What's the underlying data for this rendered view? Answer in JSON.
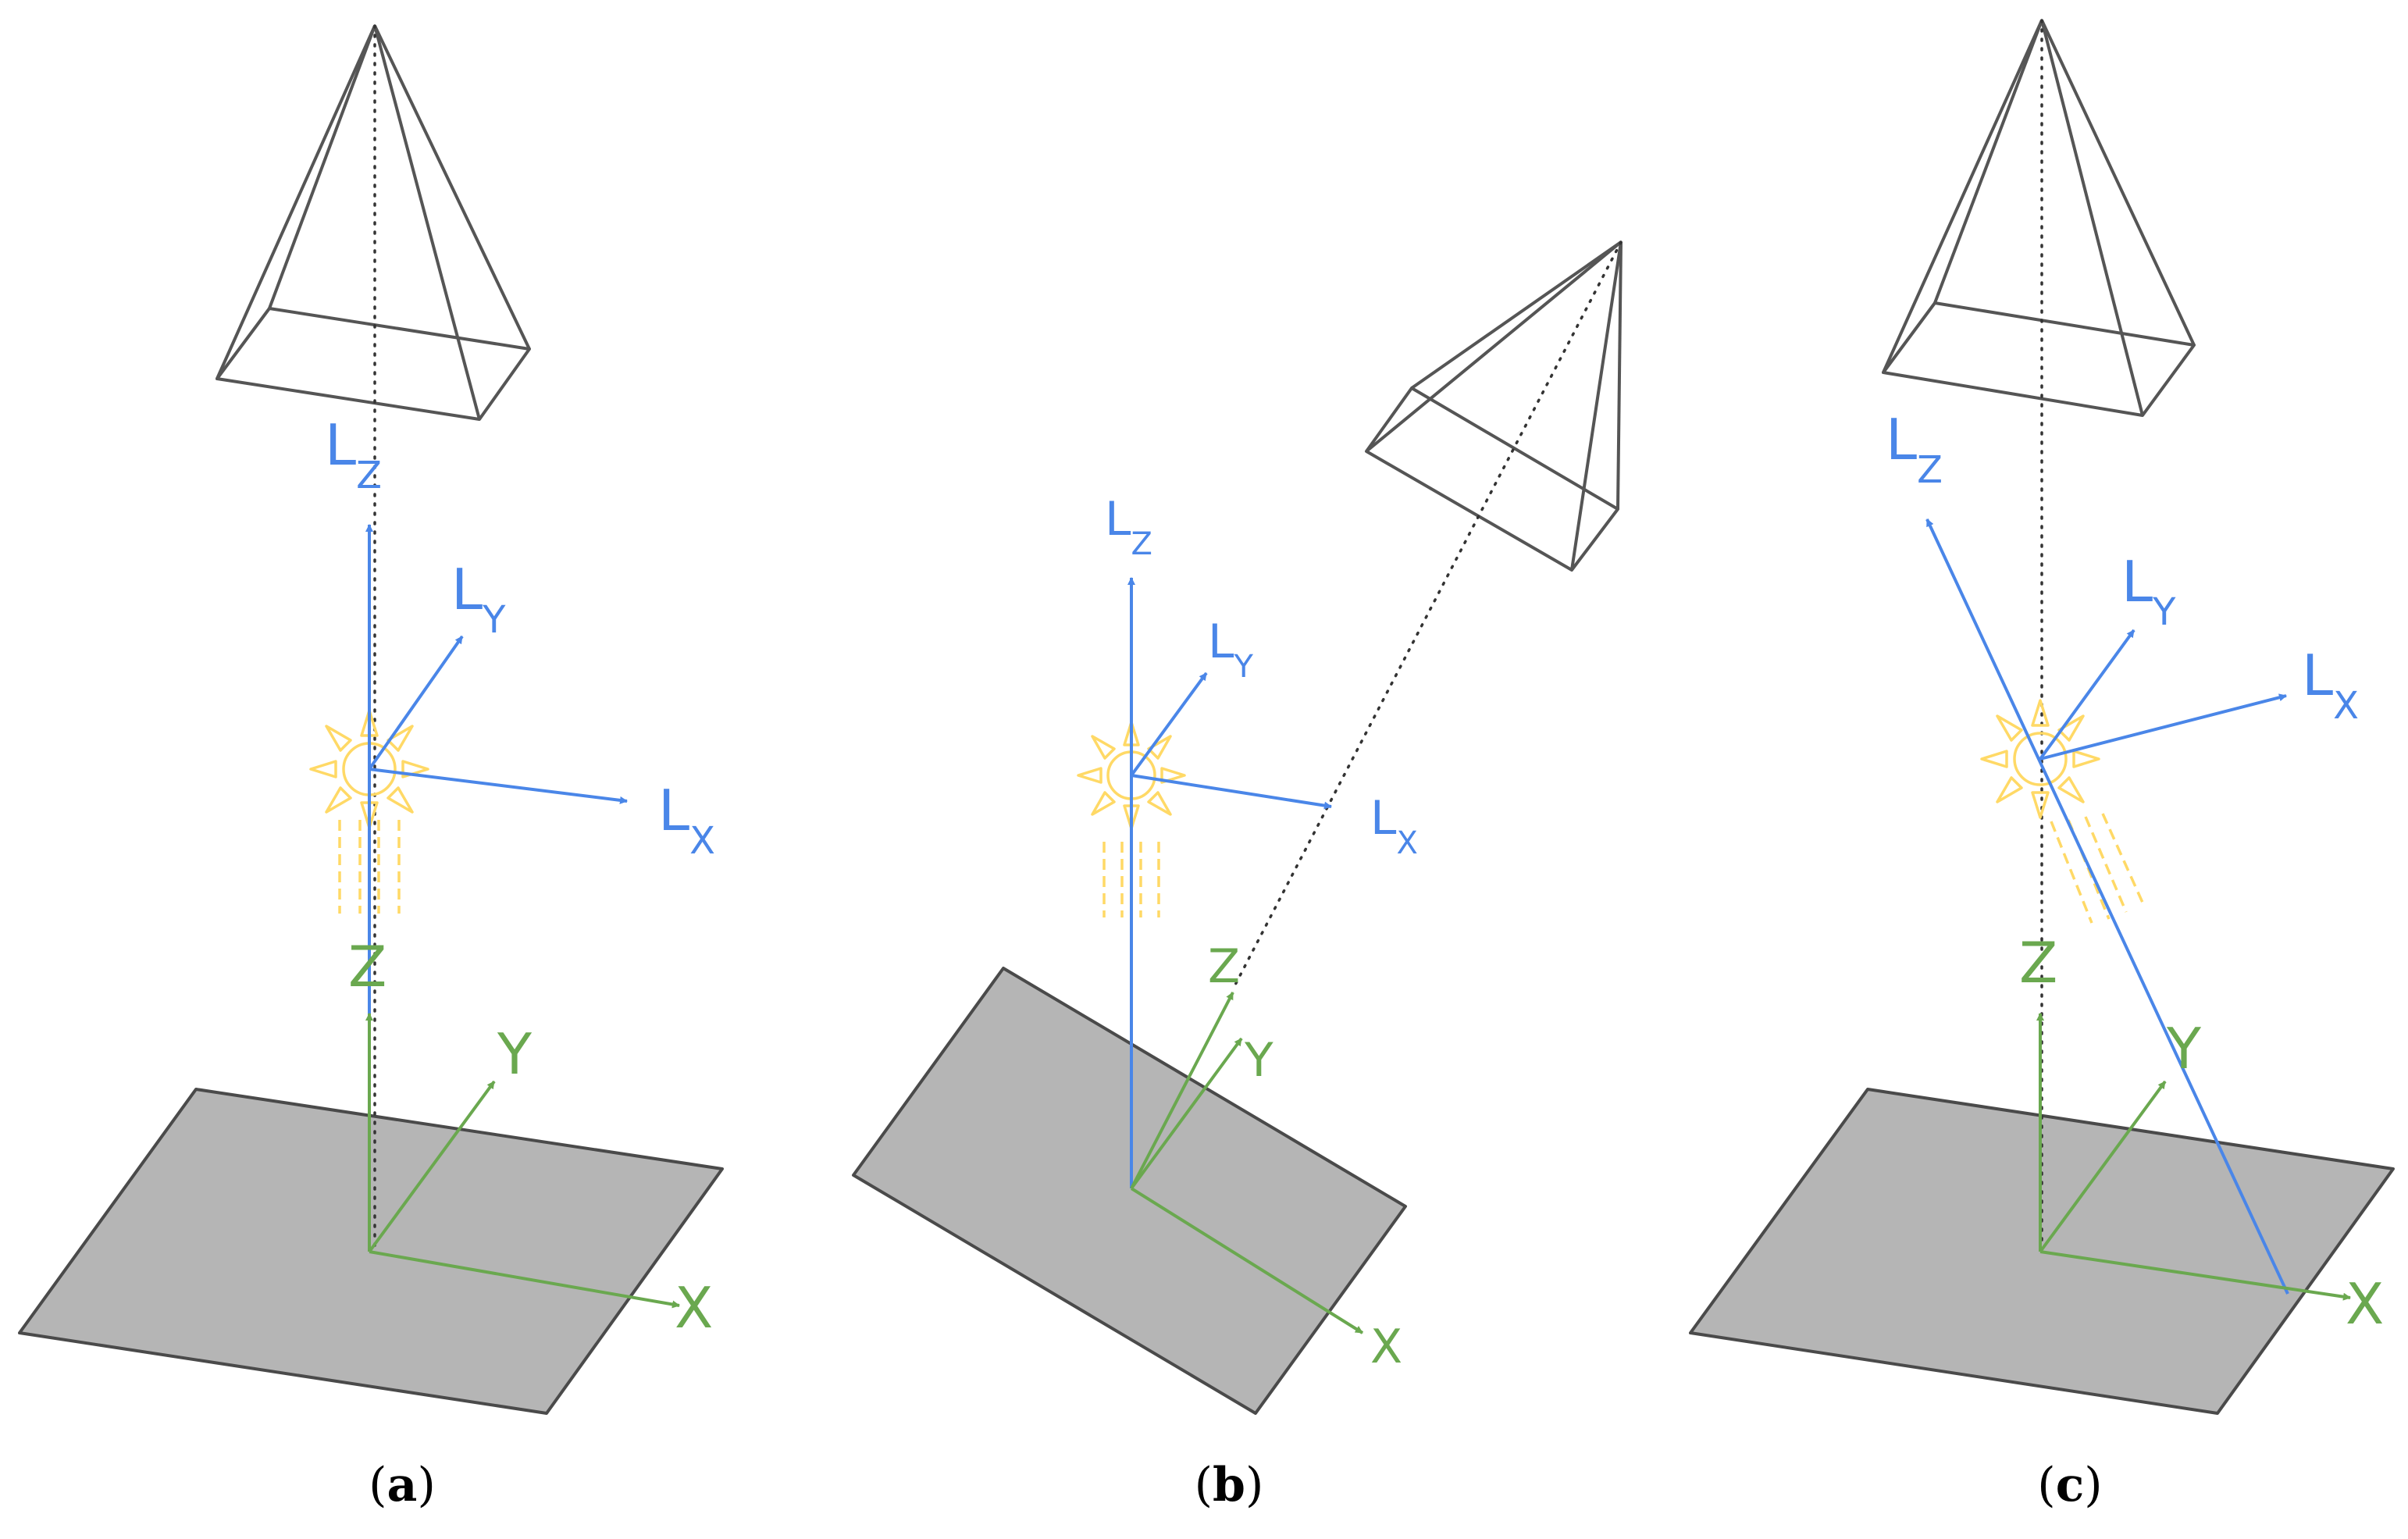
{
  "panels": [
    {
      "caption_open": "(",
      "caption_letter": "a",
      "caption_close": ")",
      "light_axes": {
        "x": "L",
        "x_sub": "X",
        "y": "L",
        "y_sub": "Y",
        "z": "L",
        "z_sub": "Z"
      },
      "world_axes": {
        "x": "X",
        "y": "Y",
        "z": "Z"
      }
    },
    {
      "caption_open": "(",
      "caption_letter": "b",
      "caption_close": ")",
      "light_axes": {
        "x": "L",
        "x_sub": "X",
        "y": "L",
        "y_sub": "Y",
        "z": "L",
        "z_sub": "Z"
      },
      "world_axes": {
        "x": "X",
        "y": "Y",
        "z": "Z"
      }
    },
    {
      "caption_open": "(",
      "caption_letter": "c",
      "caption_close": ")",
      "light_axes": {
        "x": "L",
        "x_sub": "X",
        "y": "L",
        "y_sub": "Y",
        "z": "L",
        "z_sub": "Z"
      },
      "world_axes": {
        "x": "X",
        "y": "Y",
        "z": "Z"
      }
    }
  ],
  "colors": {
    "light_axes": "#4a86e8",
    "world_axes": "#6aa84f",
    "sun": "#ffd966",
    "plane": "#b5b5b5",
    "camera": "#555555"
  },
  "icons": [
    "sun-icon",
    "camera-pyramid-icon"
  ]
}
